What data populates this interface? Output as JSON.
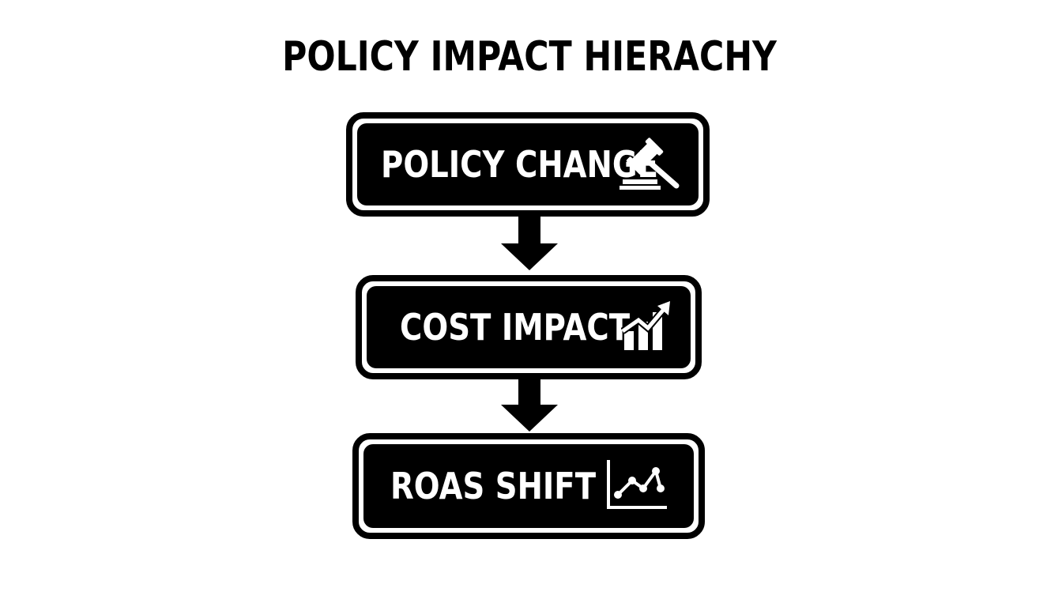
{
  "title": "POLICY IMPACT HIERACHY",
  "nodes": [
    {
      "label": "POLICY CHANGE",
      "icon": "gavel-icon"
    },
    {
      "label": "COST IMPACT",
      "icon": "rising-bar-chart-icon"
    },
    {
      "label": "ROAS SHIFT",
      "icon": "line-chart-icon"
    }
  ],
  "colors": {
    "background": "#ffffff",
    "box": "#000000",
    "text": "#ffffff"
  }
}
